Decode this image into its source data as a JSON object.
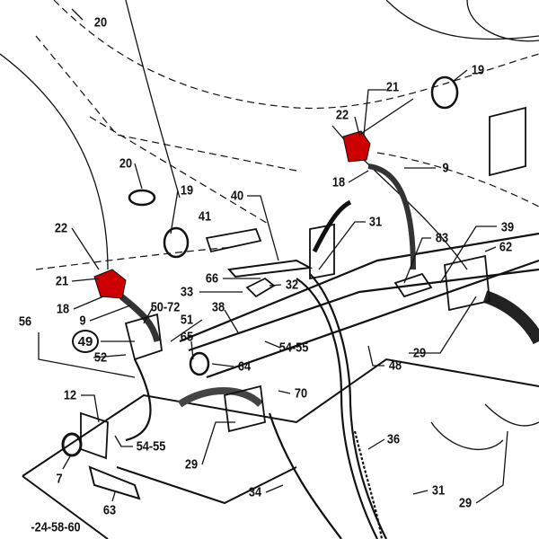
{
  "diagram": {
    "type": "exploded parts diagram",
    "highlight_color": "#cc0000",
    "callouts": [
      "20",
      "19",
      "21",
      "22",
      "9",
      "18",
      "20",
      "19",
      "40",
      "41",
      "31",
      "39",
      "83",
      "62",
      "22",
      "21",
      "18",
      "9",
      "66",
      "33",
      "32",
      "50-72",
      "51",
      "38",
      "56",
      "65",
      "49",
      "52",
      "54-55",
      "64",
      "29",
      "48",
      "12",
      "70",
      "54-55",
      "7",
      "29",
      "36",
      "34",
      "31",
      "29",
      "63",
      "-24-58-60"
    ]
  }
}
